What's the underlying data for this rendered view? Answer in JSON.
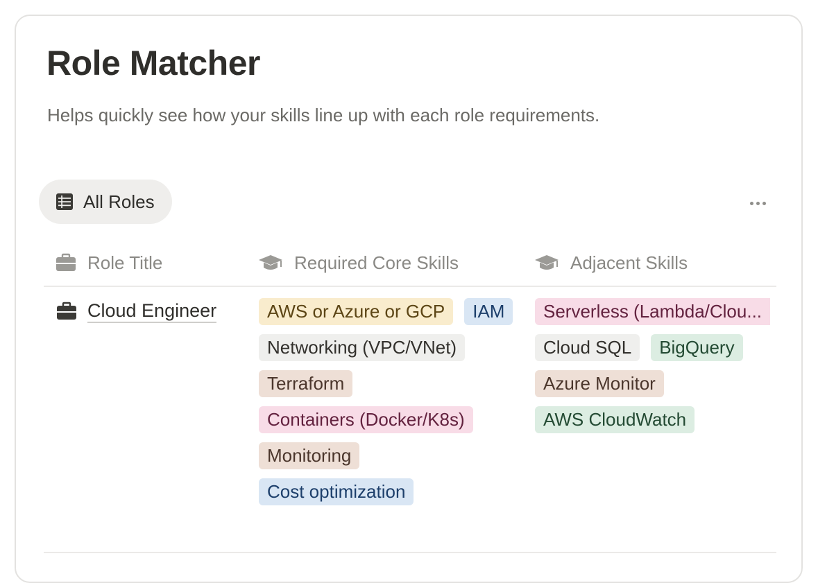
{
  "page": {
    "title": "Role Matcher",
    "description": "Helps quickly see how your skills line up with each role requirements."
  },
  "view": {
    "tab_label": "All Roles",
    "tab_icon": "table-icon",
    "more_icon": "more-horizontal-icon"
  },
  "table": {
    "columns": [
      {
        "label": "Role Title",
        "icon": "briefcase-icon"
      },
      {
        "label": "Required Core Skills",
        "icon": "graduation-cap-icon"
      },
      {
        "label": "Adjacent Skills",
        "icon": "graduation-cap-icon"
      }
    ],
    "rows": [
      {
        "role_title": "Cloud Engineer",
        "core_skills": [
          {
            "label": "AWS or Azure or GCP",
            "color": "#f9eccd"
          },
          {
            "label": "IAM",
            "color": "#d9e6f4"
          },
          {
            "label": "Networking (VPC/VNet)",
            "color": "#efefed"
          },
          {
            "label": "Terraform",
            "color": "#eedfd6"
          },
          {
            "label": "Containers (Docker/K8s)",
            "color": "#f8dce7"
          },
          {
            "label": "Monitoring",
            "color": "#eedfd6"
          },
          {
            "label": "Cost optimization",
            "color": "#d9e6f4"
          }
        ],
        "adjacent_skills": [
          {
            "label": "Serverless (Lambda/Clou...",
            "color": "#f8dce7"
          },
          {
            "label": "Cloud SQL",
            "color": "#efefed"
          },
          {
            "label": "BigQuery",
            "color": "#dcede2"
          },
          {
            "label": "Azure Monitor",
            "color": "#eedfd6"
          },
          {
            "label": "AWS CloudWatch",
            "color": "#dcede2"
          }
        ]
      }
    ]
  }
}
